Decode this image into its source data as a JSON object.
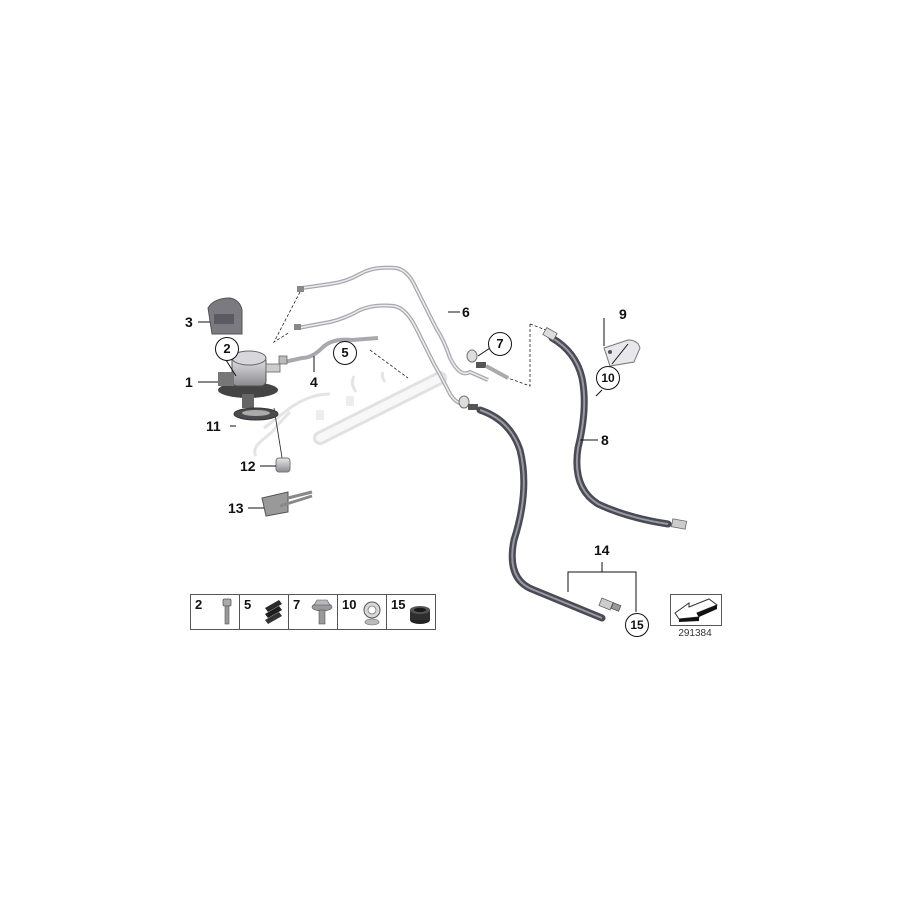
{
  "diagram": {
    "type": "parts-exploded-view",
    "subject": "high-pressure fuel pump and fuel lines",
    "reference_code": "291384",
    "labels": [
      {
        "id": "1",
        "style": "plain"
      },
      {
        "id": "2",
        "style": "circled"
      },
      {
        "id": "3",
        "style": "plain"
      },
      {
        "id": "4",
        "style": "plain"
      },
      {
        "id": "5",
        "style": "circled"
      },
      {
        "id": "6",
        "style": "plain"
      },
      {
        "id": "7",
        "style": "circled"
      },
      {
        "id": "8",
        "style": "plain"
      },
      {
        "id": "9",
        "style": "plain"
      },
      {
        "id": "10",
        "style": "circled"
      },
      {
        "id": "11",
        "style": "plain"
      },
      {
        "id": "12",
        "style": "plain"
      },
      {
        "id": "13",
        "style": "plain"
      },
      {
        "id": "14",
        "style": "plain"
      },
      {
        "id": "15",
        "style": "circled"
      }
    ],
    "legend": [
      {
        "id": "2",
        "icon": "bolt-icon"
      },
      {
        "id": "5",
        "icon": "clip-icon"
      },
      {
        "id": "7",
        "icon": "hex-bolt-icon"
      },
      {
        "id": "10",
        "icon": "hose-clamp-icon"
      },
      {
        "id": "15",
        "icon": "rubber-ring-icon"
      }
    ],
    "colors": {
      "line": "#111111",
      "pipe": "#b8b8bc",
      "hose": "#5c5c66",
      "part": "#8a8a90",
      "rail": "#e2e2e2"
    }
  }
}
